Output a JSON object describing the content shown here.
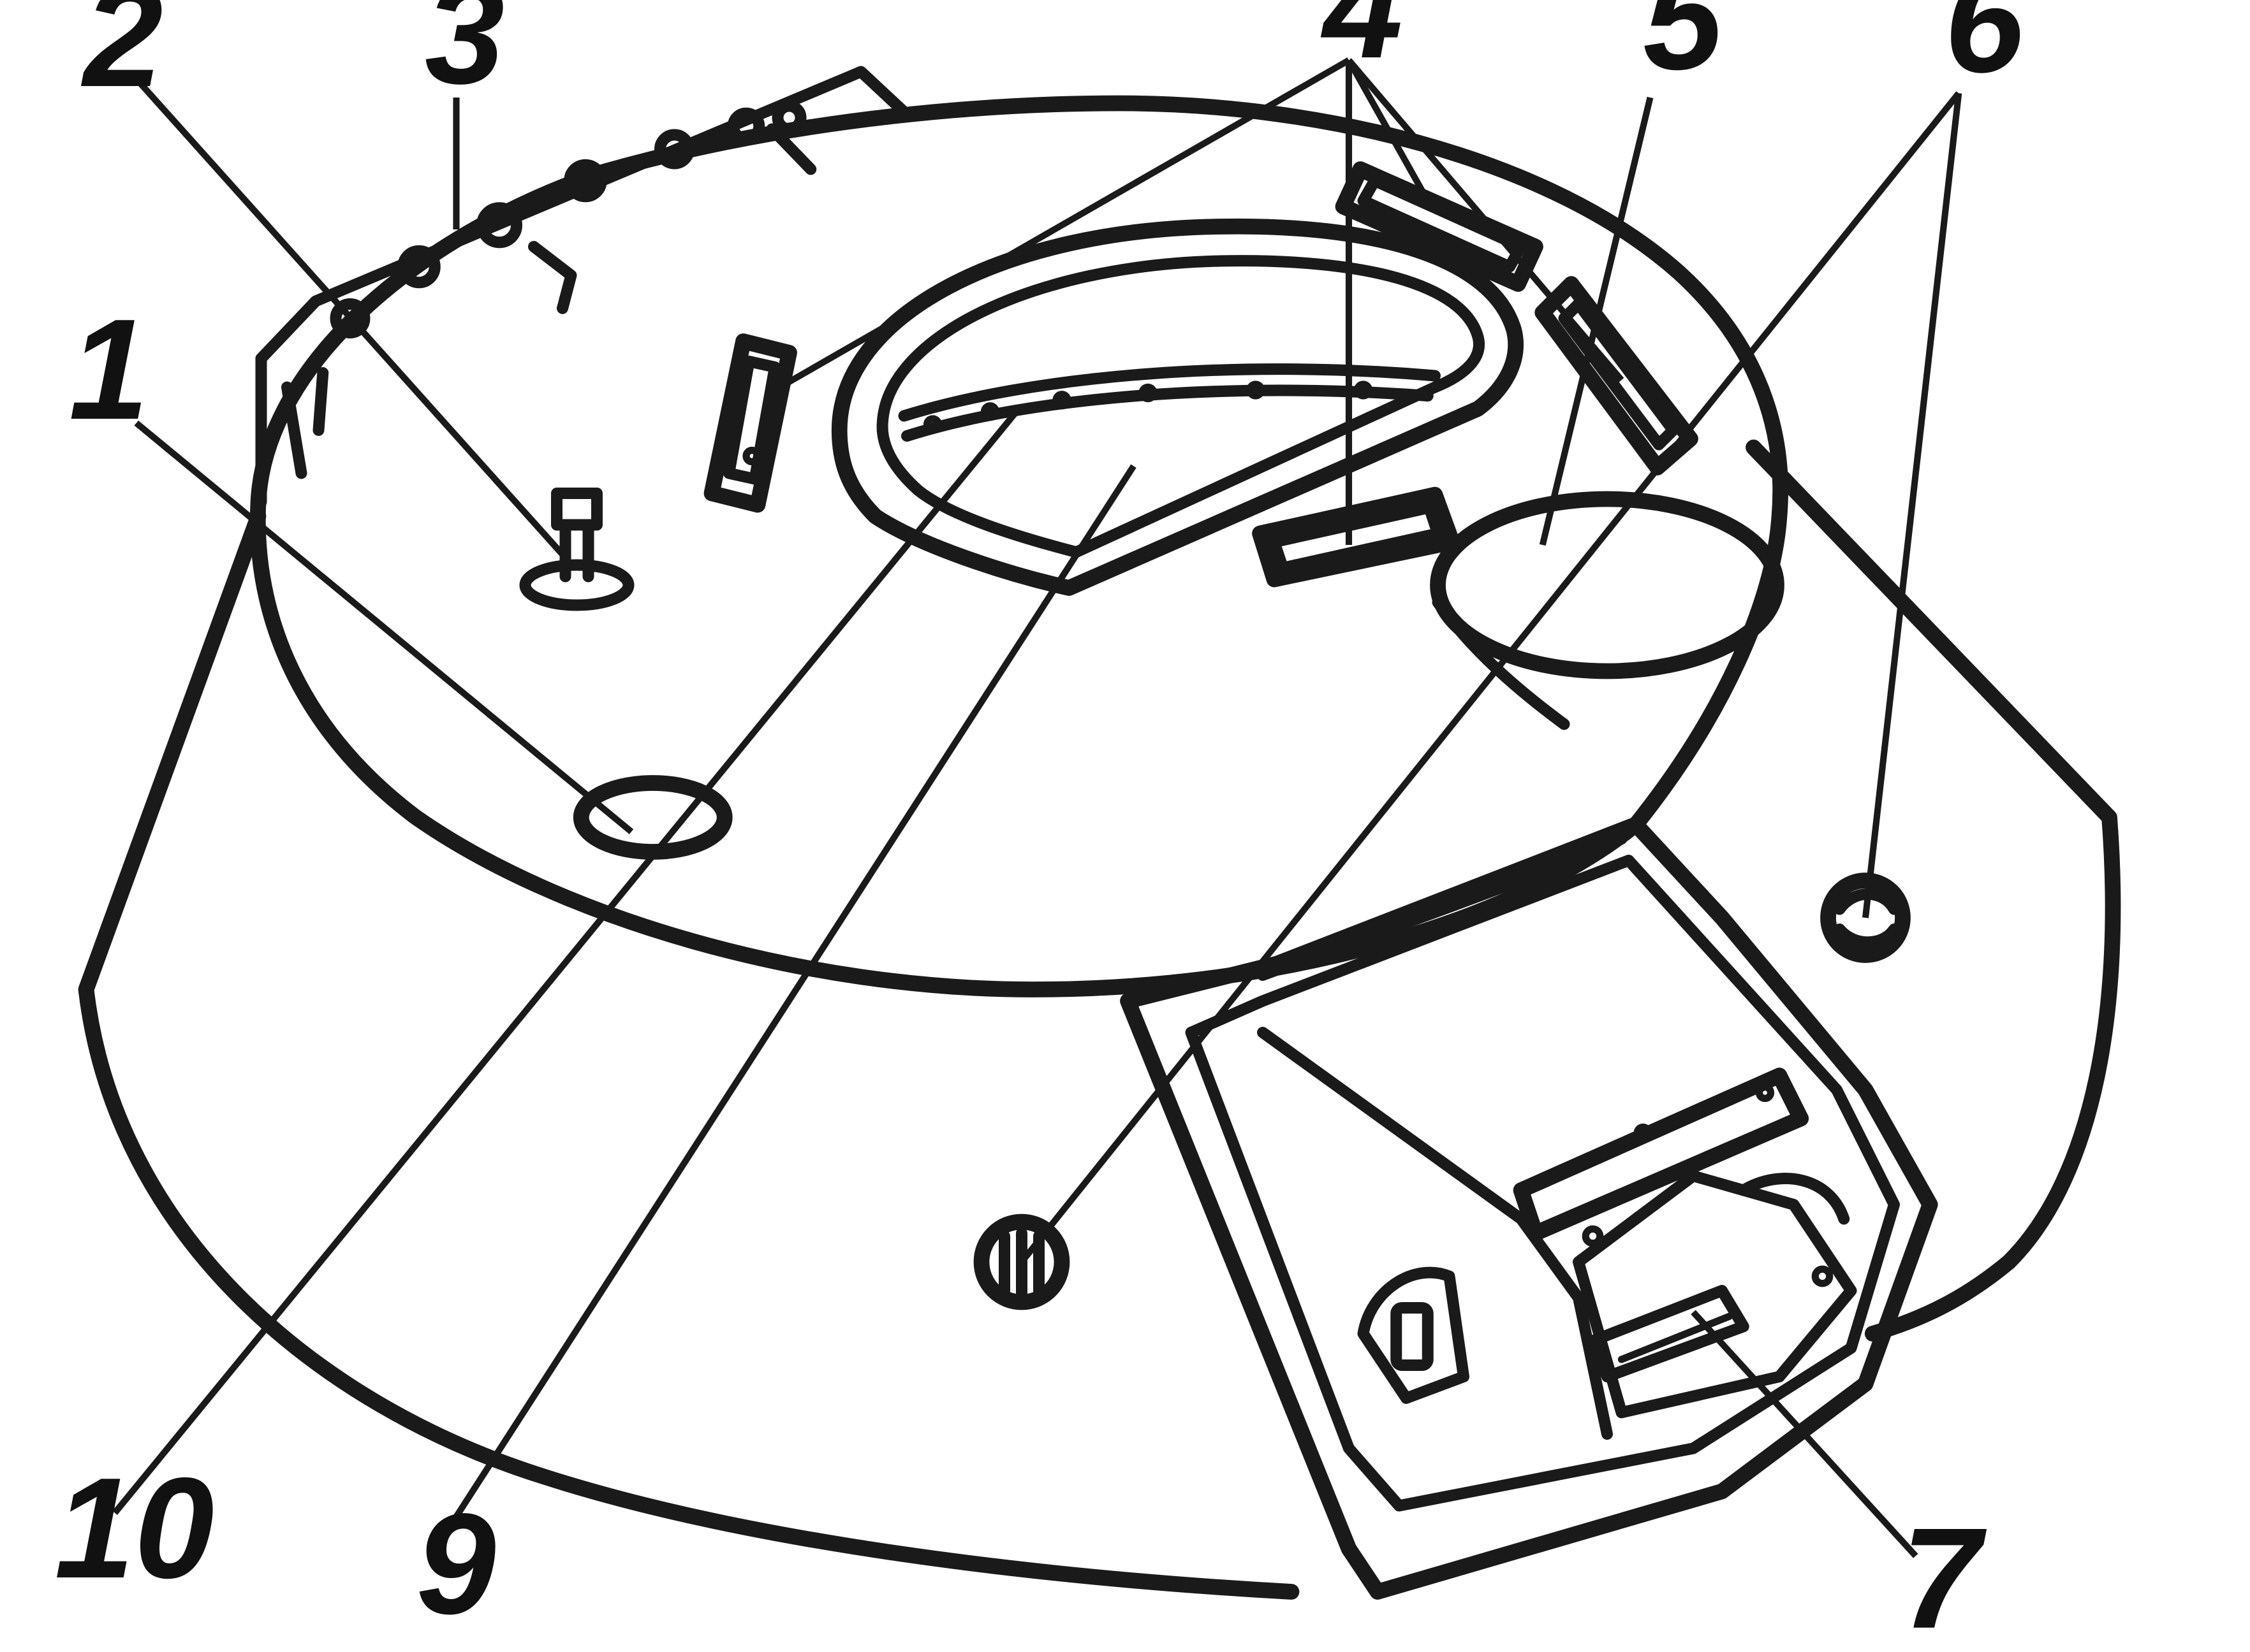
{
  "figure": {
    "colors": {
      "ink": "#1a1a1a",
      "background": "#ffffff"
    },
    "callouts": [
      {
        "id": "1",
        "label": "1"
      },
      {
        "id": "2",
        "label": "2"
      },
      {
        "id": "3",
        "label": "3"
      },
      {
        "id": "4",
        "label": "4"
      },
      {
        "id": "5",
        "label": "5"
      },
      {
        "id": "6",
        "label": "6"
      },
      {
        "id": "7",
        "label": "7"
      },
      {
        "id": "9",
        "label": "9"
      },
      {
        "id": "10",
        "label": "10"
      }
    ]
  }
}
